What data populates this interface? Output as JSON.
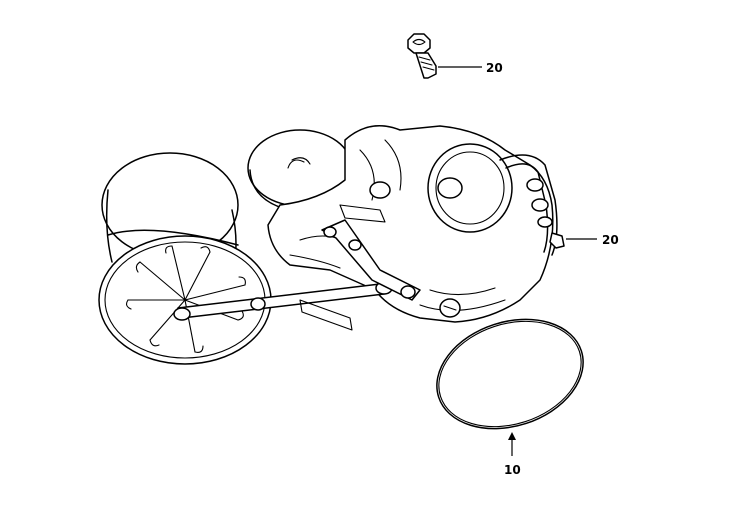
{
  "callouts": [
    {
      "id": "screw-top",
      "label": "20"
    },
    {
      "id": "screw-side",
      "label": "20"
    },
    {
      "id": "gasket",
      "label": "10"
    }
  ],
  "colors": {
    "ink": "#000000",
    "paper": "#ffffff"
  },
  "icons": {
    "carburetor": "carburetor-assembly-drawing",
    "screw": "screw-part-drawing",
    "gasket": "float-bowl-gasket-drawing"
  }
}
